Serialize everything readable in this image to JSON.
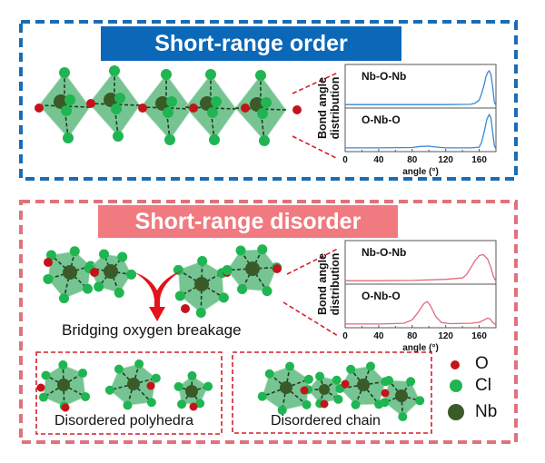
{
  "order_panel": {
    "title": "Short-range order",
    "border_color": "#1a6cb5",
    "banner_color": "#0b67b8"
  },
  "disorder_panel": {
    "title": "Short-range disorder",
    "border_color": "#e0727c",
    "banner_color": "#f07a80",
    "arrow_caption": "Bridging oxygen breakage",
    "sub_boxes": [
      {
        "caption": "Disordered polyhedra"
      },
      {
        "caption": "Disordered chain"
      }
    ]
  },
  "legend": {
    "items": [
      {
        "label": "O",
        "color": "#c4141b"
      },
      {
        "label": "Cl",
        "color": "#1fb552"
      },
      {
        "label": "Nb",
        "color": "#3a5a28"
      }
    ]
  },
  "colors": {
    "polyhedron_fill": "#5dba7f",
    "bond_dash": "#1f3d1f",
    "zoom_lines": "#d4202a"
  },
  "chart_data": [
    {
      "type": "line",
      "title": "",
      "xlabel": "angle  (°)",
      "ylabel": "Bond angle distribution",
      "xlim": [
        0,
        180
      ],
      "xticks": [
        0,
        40,
        80,
        120,
        160
      ],
      "line_color": "#3b86d6",
      "panels": [
        {
          "label": "Nb-O-Nb",
          "x": [
            0,
            40,
            80,
            120,
            150,
            155,
            160,
            163,
            166,
            168,
            170,
            172,
            174,
            176,
            178,
            180
          ],
          "y": [
            0.02,
            0.02,
            0.02,
            0.02,
            0.03,
            0.06,
            0.15,
            0.35,
            0.6,
            0.82,
            0.95,
            1.0,
            0.9,
            0.55,
            0.1,
            0.0
          ]
        },
        {
          "label": "O-Nb-O",
          "x": [
            0,
            40,
            80,
            90,
            100,
            110,
            120,
            150,
            160,
            163,
            166,
            169,
            172,
            174,
            176,
            178,
            180
          ],
          "y": [
            0.03,
            0.03,
            0.04,
            0.07,
            0.08,
            0.05,
            0.03,
            0.03,
            0.05,
            0.2,
            0.5,
            0.85,
            1.0,
            0.9,
            0.5,
            0.1,
            0.0
          ]
        }
      ]
    },
    {
      "type": "line",
      "title": "",
      "xlabel": "angle  (°)",
      "ylabel": "Bond angle distribution",
      "xlim": [
        0,
        180
      ],
      "xticks": [
        0,
        40,
        80,
        120,
        160
      ],
      "line_color": "#e06a7a",
      "panels": [
        {
          "label": "Nb-O-Nb",
          "x": [
            0,
            40,
            80,
            120,
            140,
            145,
            150,
            155,
            160,
            165,
            170,
            174,
            177,
            180
          ],
          "y": [
            0.02,
            0.02,
            0.03,
            0.06,
            0.1,
            0.2,
            0.4,
            0.6,
            0.75,
            0.78,
            0.65,
            0.4,
            0.15,
            0.0
          ]
        },
        {
          "label": "O-Nb-O",
          "x": [
            0,
            40,
            70,
            80,
            88,
            94,
            98,
            102,
            108,
            115,
            125,
            150,
            160,
            166,
            170,
            173,
            176,
            180
          ],
          "y": [
            0.03,
            0.03,
            0.05,
            0.15,
            0.4,
            0.62,
            0.68,
            0.55,
            0.25,
            0.07,
            0.04,
            0.05,
            0.08,
            0.15,
            0.2,
            0.18,
            0.08,
            0.0
          ]
        }
      ]
    }
  ]
}
